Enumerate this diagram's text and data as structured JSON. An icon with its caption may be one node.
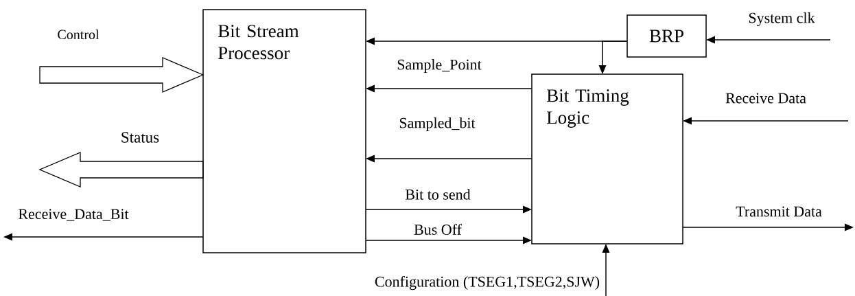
{
  "diagram": {
    "nodes": [
      {
        "text": [
          "Bit Stream Processor"
        ]
      },
      {
        "text": [
          "Bit Timing Logic"
        ]
      },
      {
        "text": [
          "BRP"
        ]
      }
    ],
    "edges": [
      {
        "from": null,
        "to": 0,
        "arrow": "to",
        "label": "Control",
        "style": "thick"
      },
      {
        "from": 0,
        "to": null,
        "arrow": "to",
        "label": "Status",
        "style": "thick"
      },
      {
        "from": 0,
        "to": null,
        "arrow": "to",
        "label": "Receive_Data_Bit"
      },
      {
        "from": 2,
        "to": 0,
        "arrow": "to"
      },
      {
        "from": 2,
        "to": 1,
        "arrow": "to"
      },
      {
        "from": 1,
        "to": 0,
        "arrow": "to",
        "label": "Sample_Point"
      },
      {
        "from": 1,
        "to": 0,
        "arrow": "to",
        "label": "Sampled_bit"
      },
      {
        "from": 0,
        "to": 1,
        "arrow": "to",
        "label": "Bit  to  send"
      },
      {
        "from": 0,
        "to": 1,
        "arrow": "to",
        "label": "Bus  Off"
      },
      {
        "from": 1,
        "to": null,
        "arrow": "to",
        "label": "Transmit  Data"
      },
      {
        "from": null,
        "to": 1,
        "arrow": "to",
        "label": "Receive  Data"
      },
      {
        "from": null,
        "to": 2,
        "arrow": "to",
        "label": "System clk"
      },
      {
        "from": null,
        "to": 1,
        "arrow": "to",
        "label": "Configuration (TSEG1,TSEG2,SJW)"
      }
    ]
  }
}
